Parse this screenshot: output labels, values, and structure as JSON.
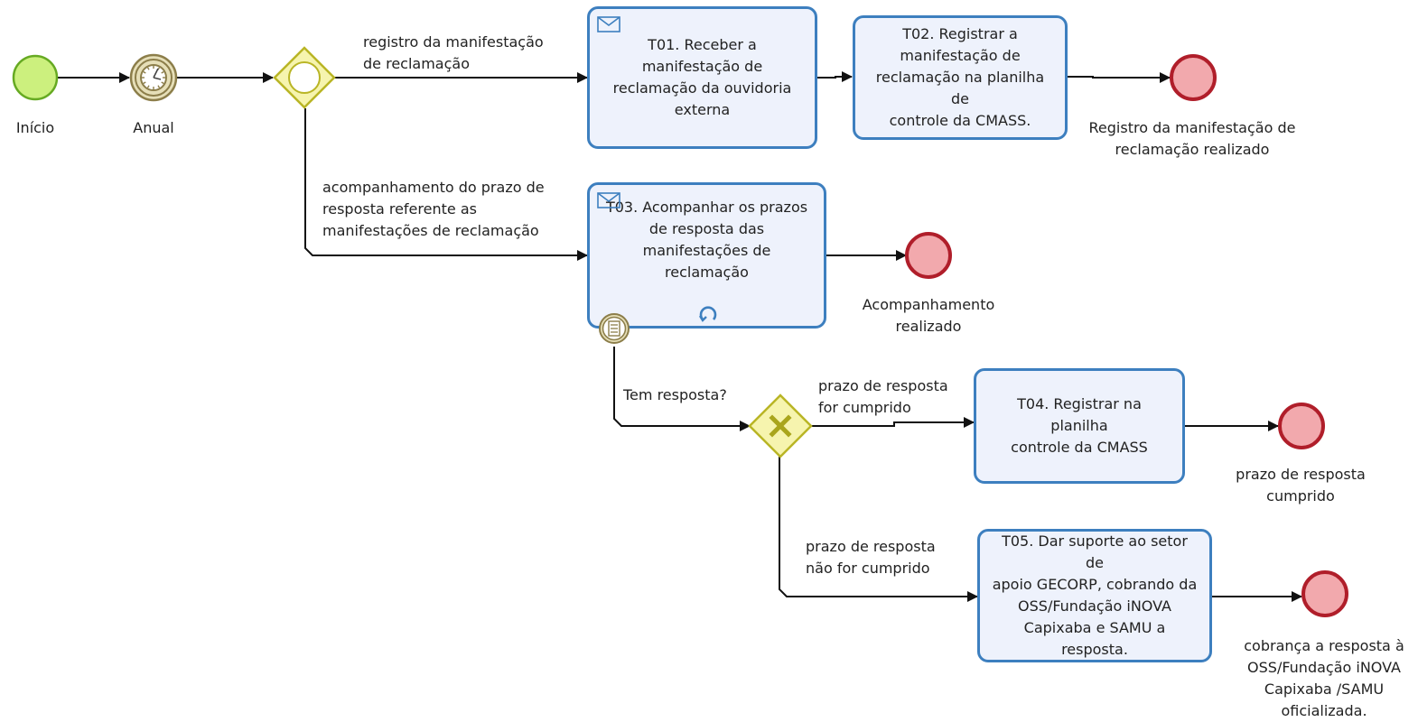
{
  "events": {
    "start": {
      "label": "Início"
    },
    "timer": {
      "label": "Anual"
    },
    "end1": {
      "label": "Registro da manifestação de\nreclamação realizado"
    },
    "end2": {
      "label": "Acompanhamento\nrealizado"
    },
    "end3": {
      "label": "prazo de resposta\ncumprido"
    },
    "end4": {
      "label": "cobrança a resposta à\nOSS/Fundação iNOVA\nCapixaba /SAMU\noficializada."
    }
  },
  "tasks": {
    "t01": {
      "label": "T01. Receber a\nmanifestação de\nreclamação da ouvidoria\nexterna"
    },
    "t02": {
      "label": "T02. Registrar a\nmanifestação de\nreclamação na planilha de\ncontrole da CMASS."
    },
    "t03": {
      "label": "T03. Acompanhar os prazos\nde resposta das\nmanifestações de reclamação"
    },
    "t04": {
      "label": "T04. Registrar na planilha\ncontrole da CMASS"
    },
    "t05": {
      "label": "T05. Dar suporte ao setor de\napoio GECORP, cobrando da\nOSS/Fundação iNOVA\nCapixaba e SAMU a\nresposta."
    }
  },
  "flows": {
    "f_registro": "registro da manifestação\nde reclamação",
    "f_acomp": "acompanhamento do prazo de\nresposta referente as\nmanifestações de reclamação",
    "f_tem": "Tem resposta?",
    "f_cumprido": "prazo de resposta\nfor cumprido",
    "f_nao": "prazo de resposta\nnão for cumprido"
  },
  "colors": {
    "start_fill": "#ccf07e",
    "start_stroke": "#66aa22",
    "end_fill": "#f2a9ad",
    "end_stroke": "#b01e2a",
    "gateway_fill": "#f6f4ae",
    "gateway_stroke": "#b9b525",
    "task_fill": "#eef2fc",
    "task_stroke": "#3d7fbf",
    "timer_fill": "#e6dfb8",
    "timer_stroke": "#8c7e4a"
  },
  "icons": {
    "task_marker": "envelope-icon",
    "loop_marker": "loop-icon",
    "boundary_event": "conditional-icon",
    "gateway_exclusive": "x-icon",
    "gateway_event": "circle-icon",
    "timer": "clock-icon"
  }
}
